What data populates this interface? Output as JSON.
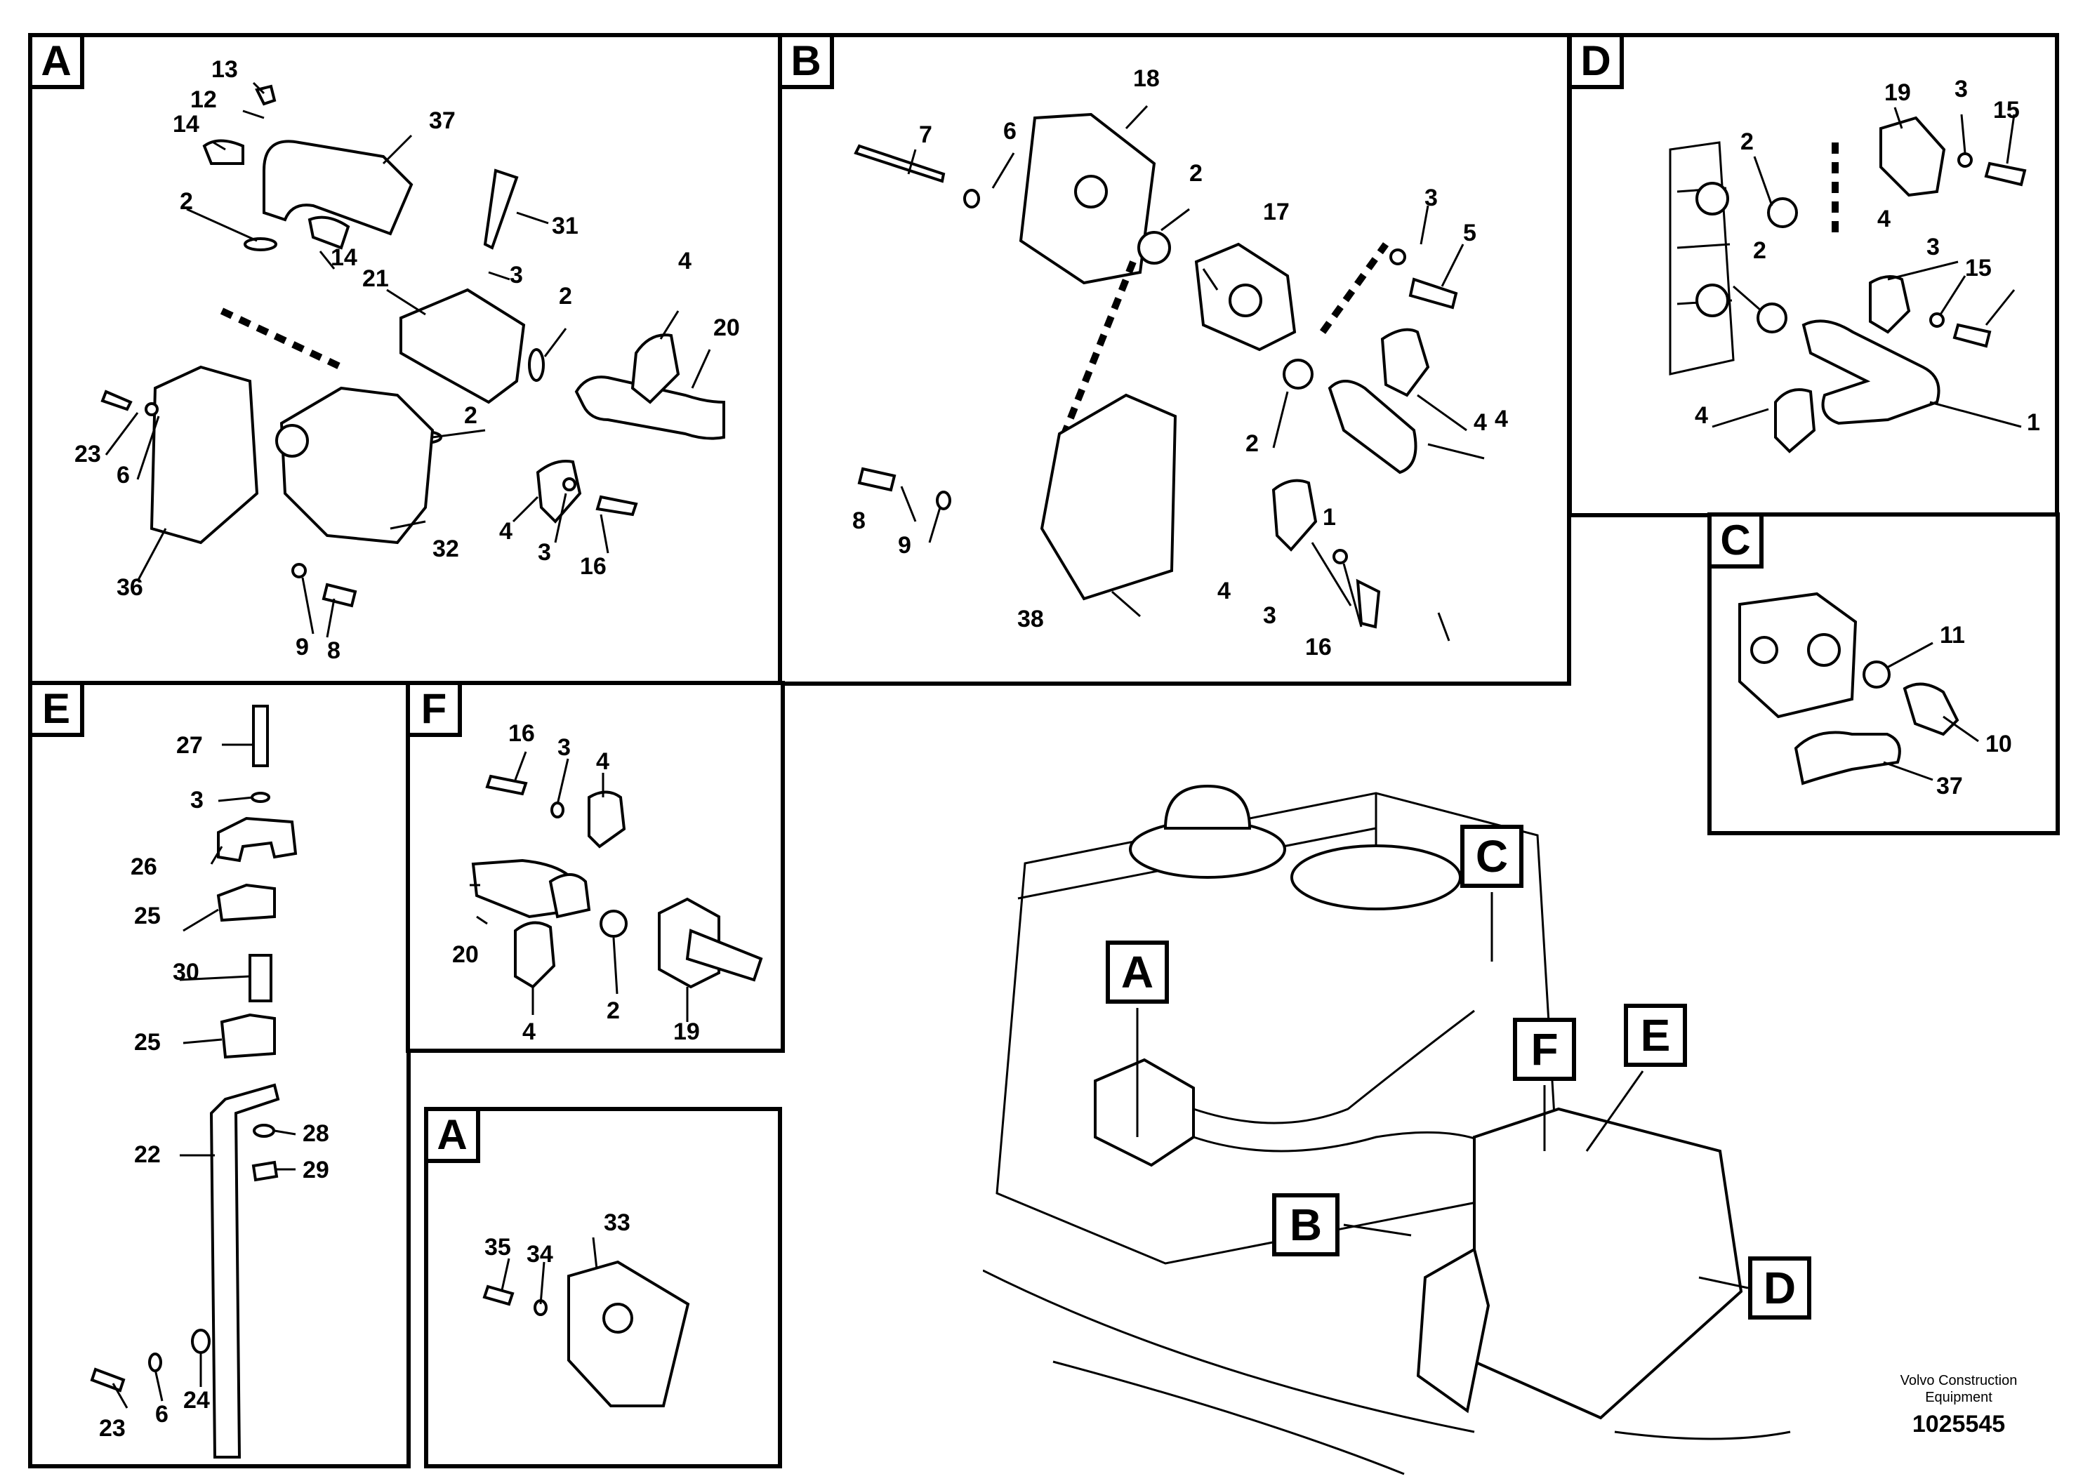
{
  "panels": {
    "A": {
      "label": "A",
      "parts": [
        "13",
        "12",
        "14",
        "37",
        "2",
        "14",
        "31",
        "21",
        "3",
        "2",
        "4",
        "20",
        "23",
        "6",
        "2",
        "36",
        "32",
        "4",
        "3",
        "16",
        "9",
        "8"
      ]
    },
    "B": {
      "label": "B",
      "parts": [
        "7",
        "6",
        "18",
        "2",
        "17",
        "3",
        "5",
        "4",
        "2",
        "4",
        "1",
        "8",
        "9",
        "38",
        "4",
        "3",
        "16"
      ]
    },
    "D": {
      "label": "D",
      "parts": [
        "19",
        "3",
        "15",
        "2",
        "4",
        "2",
        "3",
        "15",
        "4",
        "1"
      ]
    },
    "C": {
      "label": "C",
      "parts": [
        "11",
        "10",
        "37"
      ]
    },
    "E": {
      "label": "E",
      "parts": [
        "27",
        "3",
        "26",
        "25",
        "30",
        "25",
        "28",
        "22",
        "29",
        "23",
        "6",
        "24"
      ]
    },
    "F": {
      "label": "F",
      "parts": [
        "16",
        "3",
        "4",
        "20",
        "2",
        "4",
        "19"
      ]
    },
    "A2": {
      "label": "A",
      "parts": [
        "35",
        "34",
        "33"
      ]
    }
  },
  "callouts": {
    "A": "A",
    "B": "B",
    "C": "C",
    "D": "D",
    "E": "E",
    "F": "F"
  },
  "footer": {
    "company_line1": "Volvo Construction",
    "company_line2": "Equipment",
    "drawing_number": "1025545"
  }
}
